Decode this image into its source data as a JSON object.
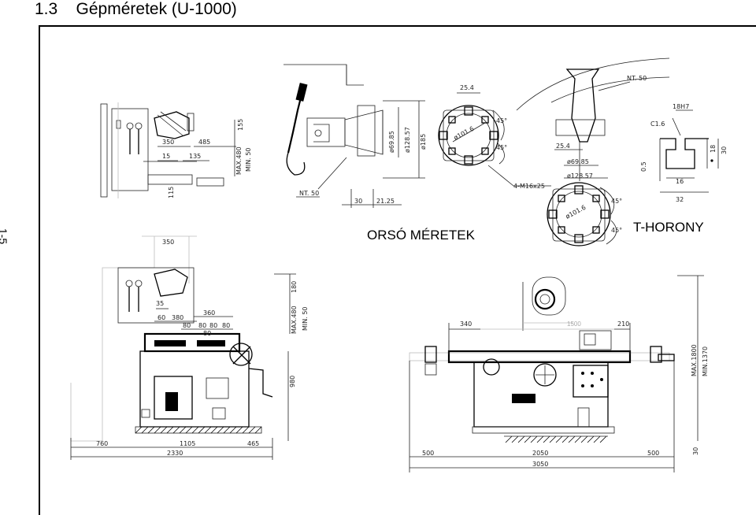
{
  "heading": {
    "number": "1.3",
    "title": "Gépméretek (U-1000)"
  },
  "side_page_number": "1-5",
  "captions": {
    "spindle": "ORSÓ MÉRETEK",
    "tslot": "T-HORONY"
  },
  "dims": {
    "d350a": "350",
    "d485": "485",
    "d155": "155",
    "dmax480a": "MAX.480",
    "dmin50a": "MIN. 50",
    "d15": "15",
    "d135": "135",
    "d115": "115",
    "nt50a": "NT. 50",
    "d6985a": "ø69.85",
    "d12857a": "ø128.57",
    "d185": "ø185",
    "d30": "30",
    "d2125": "21.25",
    "d254a": "25.4",
    "d1016a": "ø101.6",
    "d45a": "45°",
    "d45b": "45°",
    "m16": "4-M16x25",
    "nt50b": "NT. 50",
    "d254b": "25.4",
    "d6985b": "ø69.85",
    "d12857b": "ø128.57",
    "d1016b": "ø101.6",
    "d45c": "45°",
    "d45d": "45°",
    "h18": "18H7",
    "c16": "C1.6",
    "d05": "0.5",
    "d18": "18",
    "d30b": "30",
    "d16": "16",
    "d32": "32",
    "d350b": "350",
    "d180": "180",
    "dmax480b": "MAX.480",
    "dmin50b": "MIN. 50",
    "d35": "35",
    "d360": "360",
    "d60": "60",
    "d380": "380",
    "d80a": "80",
    "d80b": "80",
    "d80c": "80",
    "d80d": "80",
    "d80e": "80",
    "d980": "980",
    "d760": "760",
    "d1105": "1105",
    "d465": "465",
    "d2330": "2330",
    "d340": "340",
    "d1500": "1500",
    "d210": "210",
    "dmax1800": "MAX.1800",
    "dmin1370": "MIN.1370",
    "d500a": "500",
    "d2050": "2050",
    "d500b": "500",
    "d30c": "30",
    "d3050": "3050"
  }
}
